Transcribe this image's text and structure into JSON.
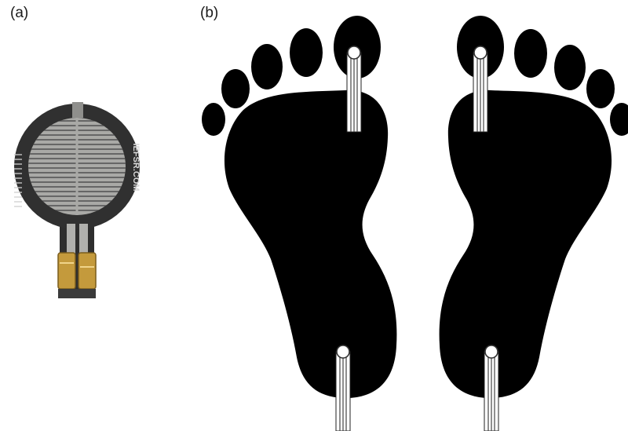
{
  "panels": {
    "a": {
      "label": "(a)",
      "sensor_text": "IEFSR.COM"
    },
    "b": {
      "label": "(b)"
    }
  },
  "colors": {
    "foot": "#000000",
    "sensor_ring": "#333333",
    "sensor_face": "#a9a9a6",
    "sensor_lines": "#555555",
    "solder": "#c49a3c",
    "wire": "#ffffff"
  }
}
